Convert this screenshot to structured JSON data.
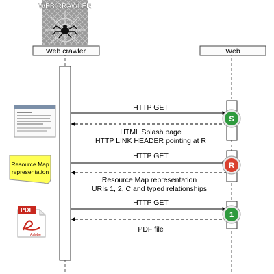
{
  "logo": {
    "text": "WEB CRAWLER"
  },
  "participants": {
    "crawler": "Web crawler",
    "web": "Web"
  },
  "messages": [
    {
      "request": "HTTP GET",
      "badge": "S",
      "badge_color": "#2f9a3e",
      "response_lines": [
        "HTML Splash page",
        "HTTP LINK HEADER pointing at R"
      ]
    },
    {
      "request": "HTTP GET",
      "badge": "R",
      "badge_color": "#d9402f",
      "response_lines": [
        "Resource Map representation",
        "URIs 1, 2, C and typed relationships"
      ]
    },
    {
      "request": "HTTP GET",
      "badge": "1",
      "badge_color": "#2f9a3e",
      "response_lines": [
        "PDF file"
      ]
    }
  ],
  "notes": {
    "resource_map": [
      "Resource Map",
      "representation"
    ],
    "pdf_icon_text": "PDF",
    "pdf_icon_brand": "Adobe"
  },
  "colors": {
    "note_fill": "#ffff55",
    "badge_ring": "#e9e9e9",
    "pdf_red": "#c8281f"
  }
}
